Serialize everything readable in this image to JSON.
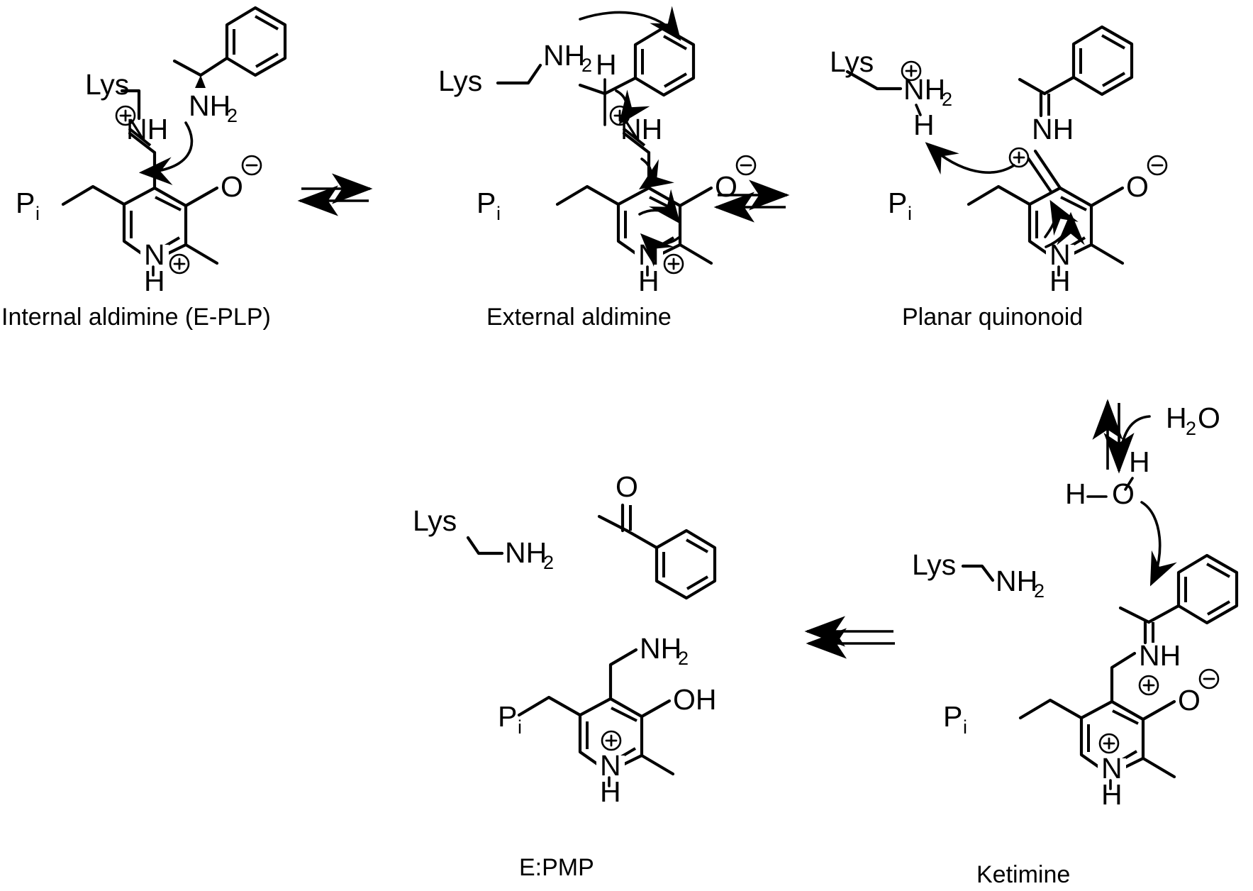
{
  "figure": {
    "kind": "reaction-mechanism-scheme",
    "subject": "PLP-dependent transaminase catalytic cycle with 1-phenylethylamine",
    "background_color": "#ffffff",
    "line_color": "#000000"
  },
  "captions": [
    {
      "id": "internal-aldimine",
      "text": "Internal aldimine (E-PLP)"
    },
    {
      "id": "external-aldimine",
      "text": "External aldimine"
    },
    {
      "id": "planar-quinonoid",
      "text": "Planar quinonoid"
    },
    {
      "id": "e-pmp",
      "text": "E:PMP"
    },
    {
      "id": "ketimine",
      "text": "Ketimine"
    }
  ],
  "atom_labels": {
    "lys": "Lys",
    "nh2": "NH",
    "nh2_sub": "2",
    "nh": "NH",
    "n": "N",
    "h": "H",
    "o": "O",
    "oh": "OH",
    "p": "P",
    "p_sub": "i",
    "water": "H",
    "water_sub": "2",
    "water_o": "O"
  },
  "charges": {
    "plus": "+",
    "minus": "−"
  },
  "structures": [
    {
      "id": "internal-aldimine",
      "caption": "Internal aldimine (E-PLP)",
      "parts": [
        "Lys",
        "NH2 (amine substrate, wedge stereocenter)",
        "phenyl",
        "methyl",
        "NH+ imine",
        "O- phenolate",
        "pyridinium NH+",
        "methyl",
        "Pi-CH2"
      ],
      "charges_shown": [
        "imine-nitrogen-plus",
        "phenolate-oxygen-minus",
        "pyridinium-nitrogen-plus"
      ],
      "mechanism_arrows": [
        "amine-nitrogen-attacks-imine-carbon"
      ]
    },
    {
      "id": "external-aldimine",
      "caption": "External aldimine",
      "parts": [
        "Lys-NH2 free amine",
        "H on alpha carbon",
        "phenyl",
        "methyl",
        "NH+ imine",
        "O- phenolate",
        "pyridinium NH+",
        "methyl",
        "Pi-CH2"
      ],
      "charges_shown": [
        "imine-nitrogen-plus",
        "phenolate-oxygen-minus",
        "pyridinium-nitrogen-plus"
      ],
      "mechanism_arrows": [
        "lys-amine-abstracts-alpha-proton",
        "alpha-CH-to-imine",
        "imine-to-ring",
        "ring-to-nitrogen"
      ]
    },
    {
      "id": "planar-quinonoid",
      "caption": "Planar quinonoid",
      "parts": [
        "Lys-NH2+ protonated with H",
        "phenyl",
        "methyl",
        "NH imine",
        "O- phenolate",
        "ring NH",
        "methyl",
        "Pi-CH2"
      ],
      "charges_shown": [
        "lys-ammonium-plus",
        "phenolate-oxygen-minus",
        "quinonoid-carbon-plus"
      ],
      "mechanism_arrows": [
        "carbanion-abstracts-proton-from-lys",
        "ring-electron-shift"
      ]
    },
    {
      "id": "ketimine",
      "caption": "Ketimine",
      "parts": [
        "Lys-NH2",
        "H-O-H water",
        "phenyl",
        "methyl",
        "NH+ ketimine",
        "O- phenolate",
        "pyridinium NH+",
        "methyl",
        "Pi-CH2"
      ],
      "charges_shown": [
        "ketimine-nitrogen-plus",
        "phenolate-oxygen-minus",
        "pyridinium-nitrogen-plus"
      ],
      "mechanism_arrows": [
        "water-attacks-ketimine-carbon"
      ]
    },
    {
      "id": "e-pmp",
      "caption": "E:PMP",
      "parts": [
        "Lys-NH2",
        "acetophenone product",
        "CH2-NH2",
        "OH phenol",
        "pyridinium NH+",
        "methyl",
        "Pi-CH2"
      ],
      "charges_shown": [
        "pyridinium-nitrogen-plus"
      ],
      "mechanism_arrows": []
    }
  ],
  "reagents": [
    {
      "id": "water-eliminated",
      "text_parts": [
        "H",
        "2",
        "O"
      ],
      "position": "right of vertical equilibrium arrow"
    },
    {
      "id": "water-nucleophile",
      "text_parts": [
        "H",
        "O",
        "H"
      ],
      "position": "above ketimine"
    },
    {
      "id": "acetophenone",
      "description": "acetophenone released product",
      "position": "top of E:PMP panel"
    }
  ],
  "equilibrium_arrows": [
    {
      "id": "arrow-1",
      "orientation": "horizontal",
      "between": [
        "Internal aldimine (E-PLP)",
        "External aldimine"
      ]
    },
    {
      "id": "arrow-2",
      "orientation": "horizontal",
      "between": [
        "External aldimine",
        "Planar quinonoid"
      ]
    },
    {
      "id": "arrow-3",
      "orientation": "vertical",
      "between": [
        "Planar quinonoid",
        "Ketimine"
      ],
      "side_label": "H2O"
    },
    {
      "id": "arrow-4",
      "orientation": "horizontal",
      "between": [
        "Ketimine",
        "E:PMP"
      ]
    }
  ]
}
